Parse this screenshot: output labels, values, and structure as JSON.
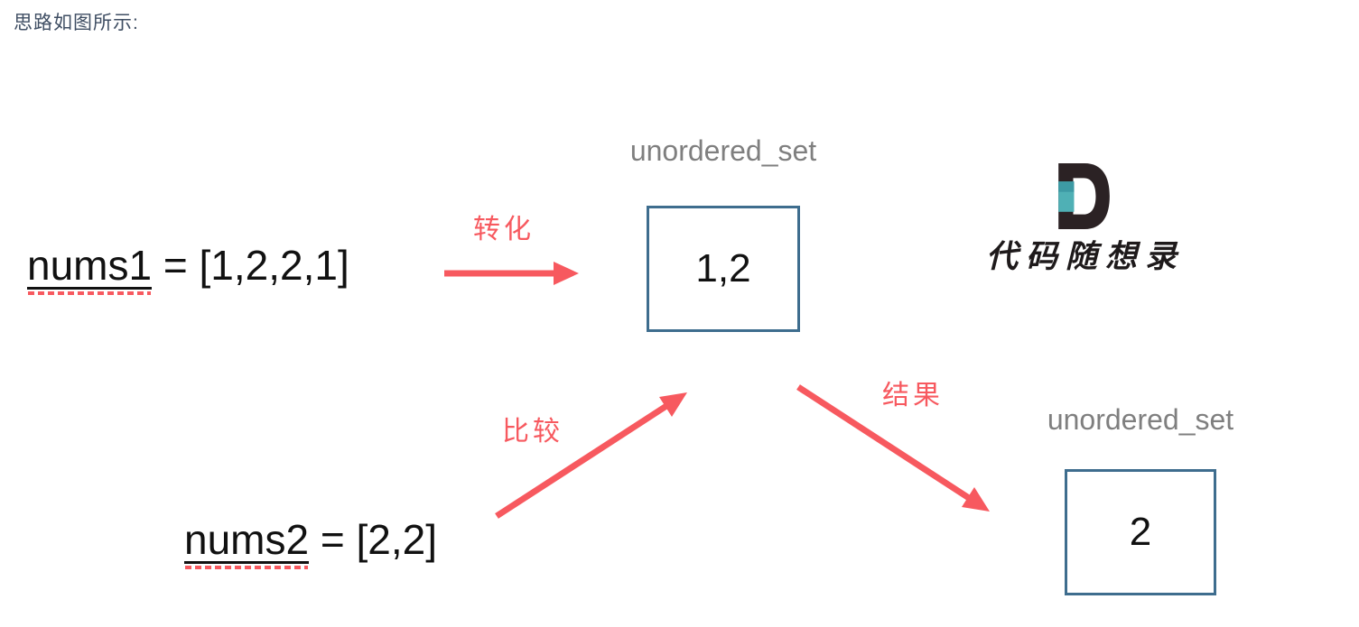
{
  "title": "思路如图所示:",
  "diagram": {
    "nums1": {
      "var": "nums1",
      "rest": " = [1,2,2,1]"
    },
    "nums2": {
      "var": "nums2",
      "rest": " = [2,2]"
    },
    "arrow_labels": {
      "transform": "转化",
      "compare": "比较",
      "result": "结果"
    },
    "set1": {
      "label": "unordered_set",
      "value": "1,2"
    },
    "set2": {
      "label": "unordered_set",
      "value": "2"
    }
  },
  "logo": {
    "letter_icon": "D-logo",
    "text": "代码随想录"
  },
  "colors": {
    "arrow_red": "#f7595f",
    "box_border_blue": "#3e6d8e",
    "set_label_gray": "#7f7f7f",
    "title_blue_gray": "#3f4e63",
    "logo_dark": "#2b2224",
    "logo_teal": "#4fb0b5",
    "logo_teal_dark": "#3d9aa4"
  }
}
